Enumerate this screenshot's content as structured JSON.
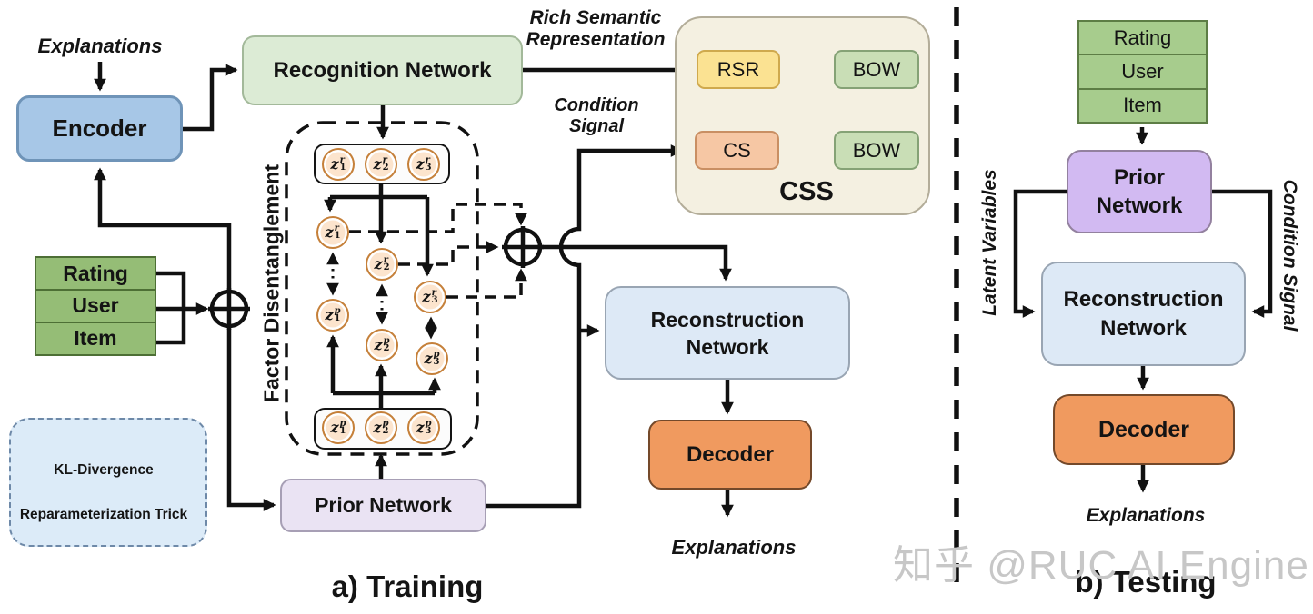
{
  "watermark": "知乎 @RUC AI Engine",
  "colors": {
    "encoder_blue": "#a7c7e7",
    "recognition_green": "#dcebd5",
    "css_beige": "#f4f0e1",
    "rsr_yellow": "#fbe292",
    "cs_peach": "#f6c7a4",
    "bow_green": "#c9deb6",
    "input_green_a": "#95bd76",
    "input_green_b": "#a7cc8d",
    "prior_lavender": "#eae3f3",
    "prior_purple": "#d2baf2",
    "reconstruction_blue": "#dde9f6",
    "decoder_orange": "#f09a5f",
    "latent_node_orange": "#c5803a",
    "legend_blue": "#dcebf8",
    "arrow_black": "#111111",
    "watermark_gray": "#c7c7c7"
  },
  "panel_a": {
    "caption": "a) Training",
    "explanations_input": "Explanations",
    "encoder_label": "Encoder",
    "recognition_label": "Recognition Network",
    "rich_semantic_line1": "Rich Semantic",
    "rich_semantic_line2": "Representation",
    "condition_line1": "Condition",
    "condition_line2": "Signal",
    "inputs": [
      "Rating",
      "User",
      "Item"
    ],
    "factor_label": "Factor Disentanglement",
    "latent_top": [
      {
        "base": "z",
        "sup": "r",
        "sub": "1"
      },
      {
        "base": "z",
        "sup": "r",
        "sub": "2"
      },
      {
        "base": "z",
        "sup": "r",
        "sub": "3"
      }
    ],
    "latent_mid_r": [
      {
        "base": "z",
        "sup": "r",
        "sub": "1"
      },
      {
        "base": "z",
        "sup": "r",
        "sub": "2"
      },
      {
        "base": "z",
        "sup": "r",
        "sub": "3"
      }
    ],
    "latent_mid_p": [
      {
        "base": "z",
        "sup": "p",
        "sub": "1"
      },
      {
        "base": "z",
        "sup": "p",
        "sub": "2"
      },
      {
        "base": "z",
        "sup": "p",
        "sub": "3"
      }
    ],
    "latent_bottom": [
      {
        "base": "z",
        "sup": "p",
        "sub": "1"
      },
      {
        "base": "z",
        "sup": "p",
        "sub": "2"
      },
      {
        "base": "z",
        "sup": "p",
        "sub": "3"
      }
    ],
    "css_panel": {
      "title": "CSS",
      "rsr_label": "RSR",
      "cs_label": "CS",
      "bow_top_label": "BOW",
      "bow_bottom_label": "BOW"
    },
    "prior_label": "Prior Network",
    "reconstruction_line1": "Reconstruction",
    "reconstruction_line2": "Network",
    "decoder_label": "Decoder",
    "explanations_output": "Explanations",
    "legend": {
      "kl_label": "KL-Divergence",
      "reparam_label": "Reparameterization Trick"
    }
  },
  "panel_b": {
    "caption": "b) Testing",
    "inputs": [
      "Rating",
      "User",
      "Item"
    ],
    "prior_line1": "Prior",
    "prior_line2": "Network",
    "latent_variables_label": "Latent Variables",
    "condition_signal_label": "Condition Signal",
    "reconstruction_line1": "Reconstruction",
    "reconstruction_line2": "Network",
    "decoder_label": "Decoder",
    "explanations_output": "Explanations"
  }
}
